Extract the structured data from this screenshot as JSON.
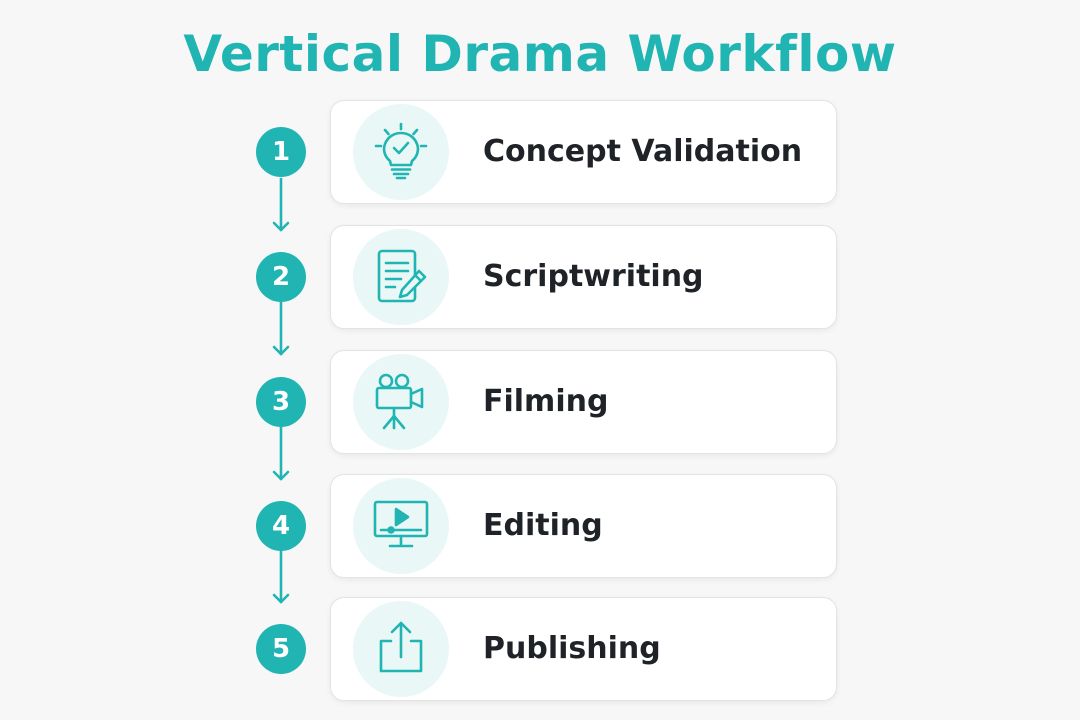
{
  "title": "Vertical Drama Workflow",
  "colors": {
    "accent": "#20b5b3",
    "icon_bg": "#e9f7f6",
    "text": "#1f2328"
  },
  "steps": [
    {
      "number": "1",
      "label": "Concept Validation",
      "icon": "lightbulb-check-icon"
    },
    {
      "number": "2",
      "label": "Scriptwriting",
      "icon": "document-pencil-icon"
    },
    {
      "number": "3",
      "label": "Filming",
      "icon": "movie-camera-icon"
    },
    {
      "number": "4",
      "label": "Editing",
      "icon": "monitor-play-icon"
    },
    {
      "number": "5",
      "label": "Publishing",
      "icon": "upload-icon"
    }
  ]
}
